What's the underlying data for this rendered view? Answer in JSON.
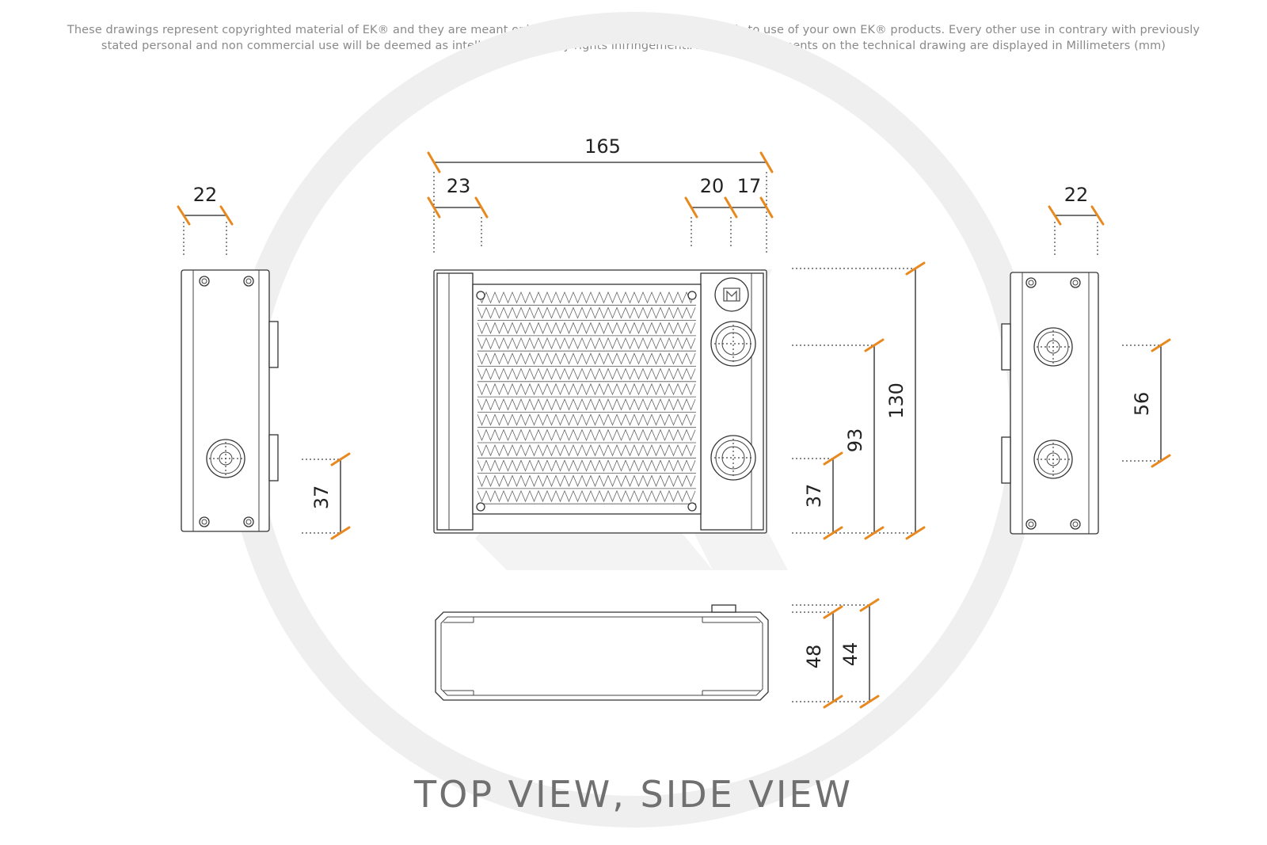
{
  "notice": {
    "line1": "These drawings represent copyrighted material of EK® and they are meant only for your personal use, with regards to use of  your own EK® products. Every other use in contrary with previously",
    "line2": "stated personal and non commercial use will be deemed as intellectual property rights infringement.All the measurements on the technical drawing are displayed in Millimeters (mm)"
  },
  "dimensions": {
    "left_width": "22",
    "left_port": "37",
    "front_length": "165",
    "front_left_offset": "23",
    "front_port_left": "20",
    "front_port_right": "17",
    "front_port_low": "37",
    "front_port_high": "93",
    "front_height": "130",
    "right_width": "22",
    "right_port_spacing": "56",
    "bottom_outer": "48",
    "bottom_inner": "44"
  },
  "caption": "TOP VIEW, SIDE VIEW",
  "colors": {
    "accent": "#e8891f",
    "line": "#333333",
    "watermark": "#efefef",
    "caption": "#707070"
  }
}
